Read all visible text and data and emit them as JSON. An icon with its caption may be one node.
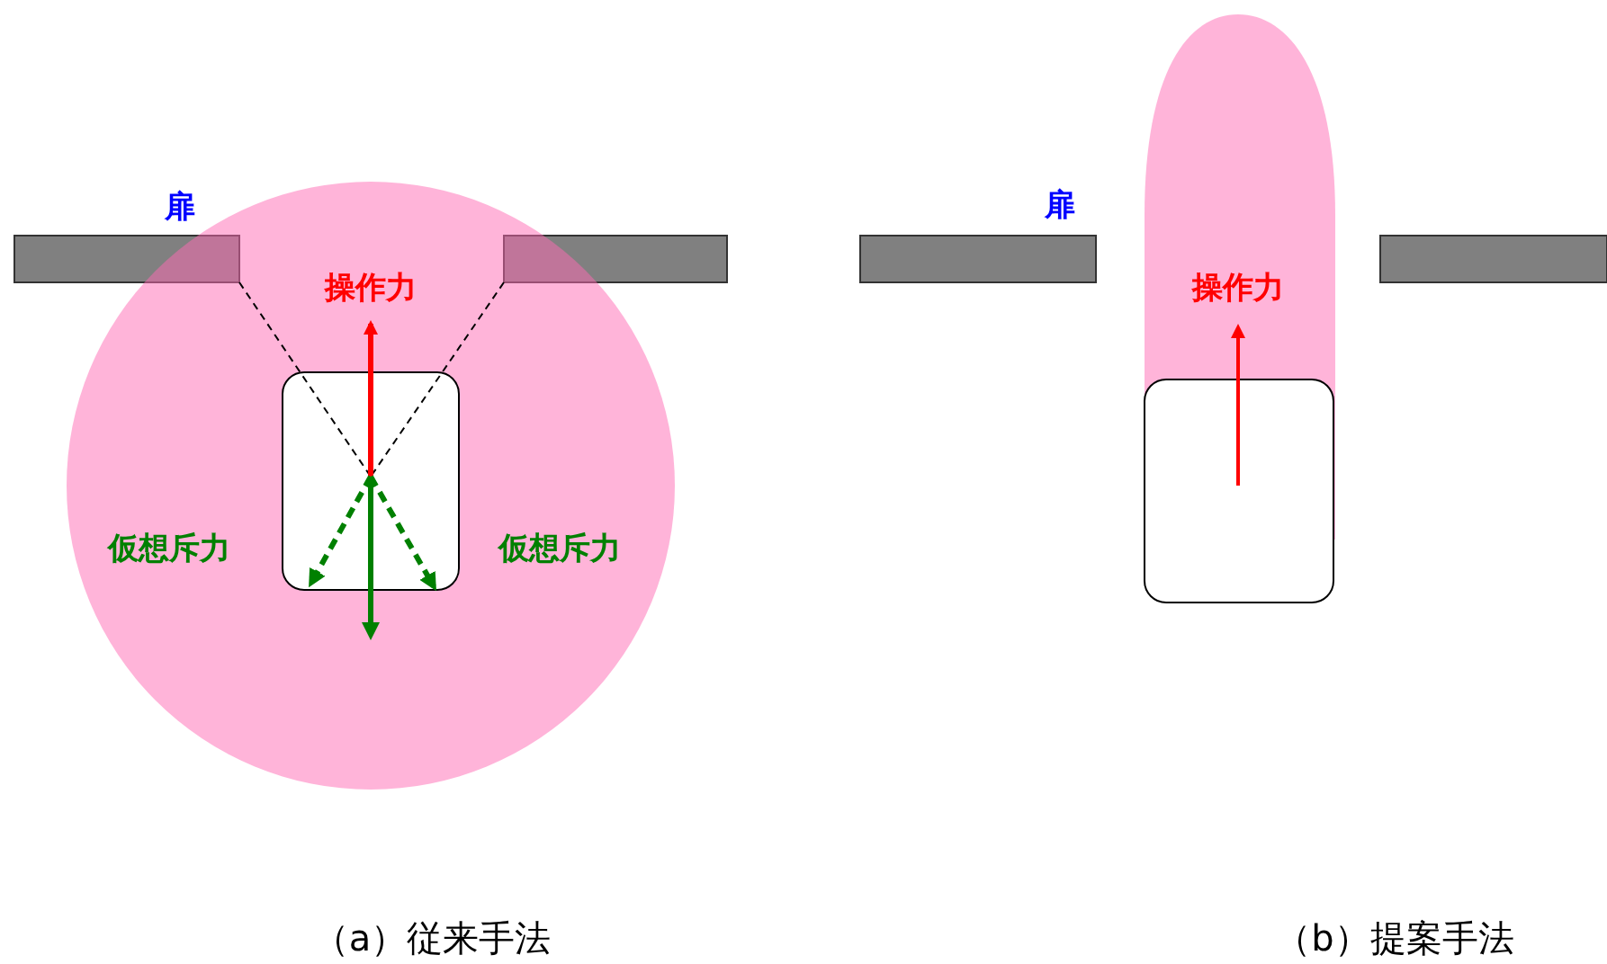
{
  "diagram": {
    "labels": [
      "扉",
      "扉",
      "操作力",
      "操作力",
      "仮想斥力",
      "仮想斥力",
      "（a）従来手法",
      "（b）提案手法"
    ]
  }
}
